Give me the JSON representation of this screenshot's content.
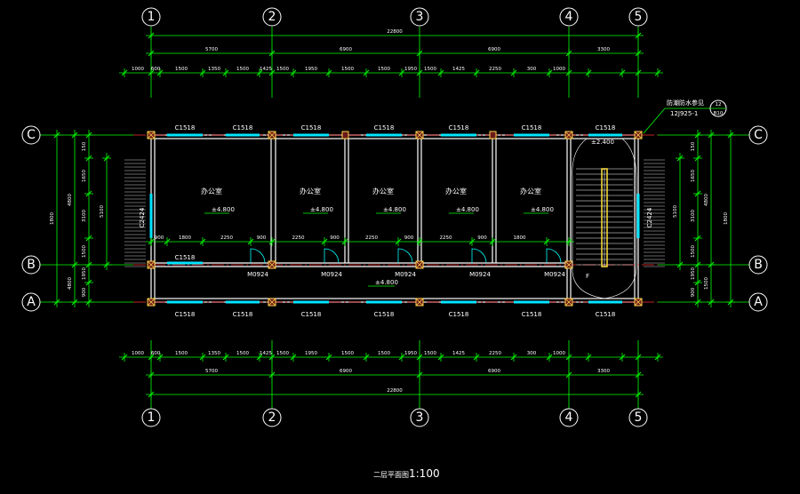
{
  "axes_vertical": [
    "1",
    "2",
    "3",
    "4",
    "5"
  ],
  "axes_horizontal": [
    "C",
    "B",
    "A"
  ],
  "total_dim": "22800",
  "bay_dims": [
    "5700",
    "6900",
    "6900",
    "3300"
  ],
  "detail_top_dims": [
    "1000",
    "600",
    "1500",
    "1350",
    "1500",
    "1425",
    "1500",
    "1950",
    "1500",
    "1500",
    "1950",
    "1500",
    "1425",
    "2250",
    "300",
    "1000"
  ],
  "left_dims_outer": [
    "1800",
    "900",
    "1500"
  ],
  "left_dims_inner": [
    "4800",
    "150",
    "4800"
  ],
  "left_dims_mid": [
    "1500",
    "900",
    "1500"
  ],
  "right_dims": [
    "1800",
    "5100",
    "1500",
    "4800",
    "1500",
    "1500"
  ],
  "windows_top": [
    "C1518",
    "C1518",
    "C1518",
    "C1518",
    "C1518",
    "C1518",
    "C1518"
  ],
  "windows_bottom": [
    "C1518",
    "C1518",
    "C1518",
    "C1518",
    "C1518",
    "C1518",
    "C1518"
  ],
  "window_side": "C2424",
  "window_corridor": "C1518",
  "doors": [
    "M0924",
    "M0924",
    "M0924",
    "M0924",
    "M0924"
  ],
  "rooms": [
    "办公室",
    "办公室",
    "办公室",
    "办公室",
    "办公室"
  ],
  "room_elev": "±4.800",
  "corridor_elev": "±4.800",
  "stair_elev": "±2.400",
  "stair_note": "F",
  "callout_text": "防潮防水参见",
  "callout_ref": "12J925-1",
  "callout_num": "12",
  "callout_sub": "B10",
  "corridor_dims": [
    "900",
    "1800",
    "2250",
    "900",
    "2250",
    "900",
    "2250",
    "900",
    "2250",
    "900",
    "1800"
  ],
  "title_cn": "二层平面图",
  "title_scale": "1:100"
}
